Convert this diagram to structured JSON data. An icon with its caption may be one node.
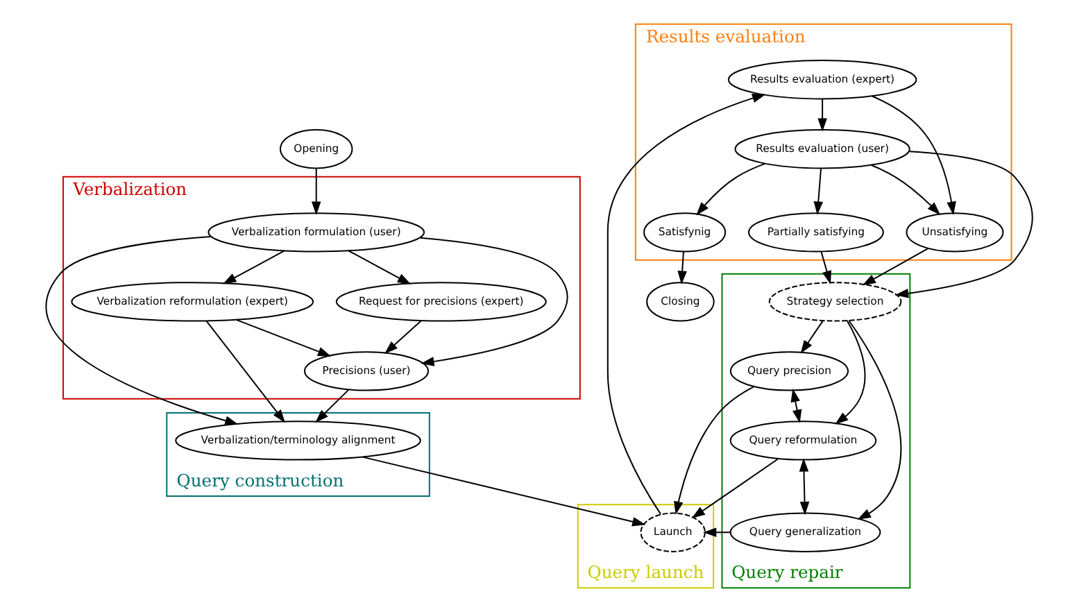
{
  "diagram": {
    "nodes": [
      {
        "text": [
          "Opening"
        ]
      },
      {
        "text": [
          "Closing"
        ]
      },
      {
        "text": [
          "Verbalization"
        ]
      },
      {
        "text": [
          "Verbalization formulation (user)"
        ],
        "in": 2
      },
      {
        "text": [
          "Request for precisions (expert)"
        ],
        "in": 2
      },
      {
        "text": [
          "Verbalization reformulation (expert)"
        ],
        "in": 2
      },
      {
        "text": [
          "Precisions (user)"
        ],
        "in": 2
      },
      {
        "text": [
          "Results evaluation"
        ]
      },
      {
        "text": [
          "Results evaluation (expert)"
        ],
        "in": 7
      },
      {
        "text": [
          "Results evaluation (user)"
        ],
        "in": 7
      },
      {
        "text": [
          "Satisfynig"
        ],
        "in": 7
      },
      {
        "text": [
          "Unsatisfying"
        ],
        "in": 7
      },
      {
        "text": [
          "Partially satisfying"
        ],
        "in": 7
      },
      {
        "text": [
          "Query construction"
        ]
      },
      {
        "text": [
          "Verbalization/terminology alignment"
        ],
        "in": 13
      },
      {
        "text": [
          "Query launch"
        ]
      },
      {
        "text": [
          "Launch"
        ],
        "in": 15
      },
      {
        "text": [
          "Query repair"
        ]
      },
      {
        "text": [
          "Query precision"
        ],
        "in": 17
      },
      {
        "text": [
          "Strategy selection"
        ],
        "in": 17
      },
      {
        "text": [
          "Query reformulation"
        ],
        "in": 17
      },
      {
        "text": [
          "Query generalization"
        ],
        "in": 17
      }
    ],
    "edges": [
      {
        "from": 0,
        "to": 3,
        "arrow": "to"
      },
      {
        "from": 3,
        "to": 4,
        "arrow": "to"
      },
      {
        "from": 3,
        "to": 6,
        "arrow": "to"
      },
      {
        "from": 3,
        "to": 5,
        "arrow": "to"
      },
      {
        "from": 3,
        "to": 14,
        "arrow": "to"
      },
      {
        "from": 4,
        "to": 6,
        "arrow": "to"
      },
      {
        "from": 5,
        "to": 6,
        "arrow": "to"
      },
      {
        "from": 5,
        "to": 14,
        "arrow": "to"
      },
      {
        "from": 6,
        "to": 14,
        "arrow": "to"
      },
      {
        "from": 14,
        "to": 16,
        "arrow": "to"
      },
      {
        "from": 16,
        "to": 8,
        "arrow": "to"
      },
      {
        "from": 8,
        "to": 9,
        "arrow": "to"
      },
      {
        "from": 8,
        "to": 11,
        "arrow": "to"
      },
      {
        "from": 9,
        "to": 10,
        "arrow": "to"
      },
      {
        "from": 9,
        "to": 11,
        "arrow": "to"
      },
      {
        "from": 9,
        "to": 12,
        "arrow": "to"
      },
      {
        "from": 10,
        "to": 1,
        "arrow": "to"
      },
      {
        "from": 11,
        "to": 19,
        "arrow": "to"
      },
      {
        "from": 9,
        "to": 19,
        "arrow": "to"
      },
      {
        "from": 12,
        "to": 19,
        "arrow": "to"
      },
      {
        "from": 19,
        "to": 18,
        "arrow": "to"
      },
      {
        "from": 19,
        "to": 20,
        "arrow": "to"
      },
      {
        "from": 19,
        "to": 21,
        "arrow": "to"
      },
      {
        "from": 18,
        "to": 20,
        "arrow": "both"
      },
      {
        "from": 20,
        "to": 21,
        "arrow": "both"
      },
      {
        "from": 18,
        "to": 16,
        "arrow": "to"
      },
      {
        "from": 20,
        "to": 16,
        "arrow": "to"
      },
      {
        "from": 21,
        "to": 16,
        "arrow": "to"
      }
    ]
  }
}
